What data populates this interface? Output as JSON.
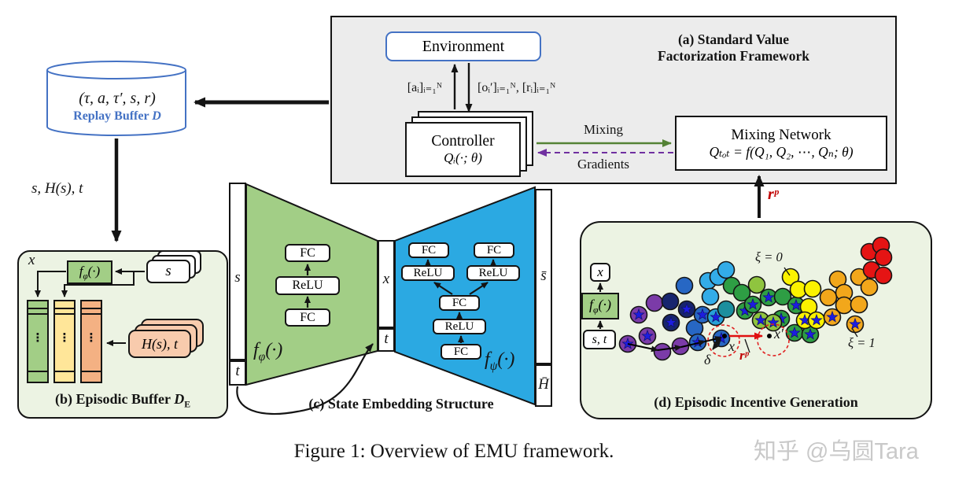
{
  "figure_caption": "Figure 1: Overview of EMU framework.",
  "watermark": "知乎 @乌圆Tara",
  "panel_a": {
    "title_line1": "(a) Standard Value",
    "title_line2": "Factorization Framework",
    "environment": "Environment",
    "actions_label": "[aᵢ]ᵢ₌₁ᴺ",
    "obs_reward_label": "[oᵢ′]ᵢ₌₁ᴺ, [rᵢ]ᵢ₌₁ᴺ",
    "controller_title": "Controller",
    "controller_q": "Qᵢ(·; θ)",
    "mixing_arrow_label": "Mixing",
    "gradients_arrow_label": "Gradients",
    "mixing_network_title": "Mixing Network",
    "mixing_network_eq": "Qₜₒₜ = f(Q₁, Q₂, ⋯, Qₙ; θ)"
  },
  "replay_buffer": {
    "tuple": "(τ, a, τ′, s, r)",
    "name_pre": "Replay Buffer ",
    "name_d": "D",
    "sample_label": "s, H(s), t"
  },
  "panel_b": {
    "caption_pre": "(b) Episodic Buffer ",
    "caption_d": "D",
    "caption_sub": "E",
    "x_label": "x",
    "s_card": "s",
    "h_card": "H(s), t",
    "ellipsis": "⋮"
  },
  "panel_c": {
    "caption": "(c) State Embedding Structure",
    "s_label": "s",
    "t_label": "t",
    "x_label": "x",
    "t2_label": "t",
    "sbar_label": "s̄",
    "hbar_label": "H̄",
    "enc_layers": [
      "FC",
      "ReLU",
      "FC"
    ],
    "dec_layers": [
      "FC",
      "FC",
      "ReLU",
      "ReLU",
      "FC",
      "ReLU",
      "FC"
    ]
  },
  "panel_d": {
    "caption": "(d) Episodic Incentive Generation",
    "x_label": "x",
    "st_label": "s, t",
    "x_point_label": "x",
    "xprime_point_label": "x′",
    "delta_label": "δ",
    "rp_label": "rᵖ",
    "xi0_label": "ξ = 0",
    "xi1_label": "ξ = 1",
    "palette": {
      "purple": "#7B3BA8",
      "navy": "#17256E",
      "blue": "#2767C4",
      "lightblue": "#33ACE8",
      "cyan": "#27A0D8",
      "teal": "#1C8F9E",
      "green": "#2E9E44",
      "yellowgreen": "#8FC43F",
      "yellow": "#FBF200",
      "orange": "#F2A71B",
      "red": "#E51414"
    },
    "star_color": "#1D1DE0",
    "dots": [
      [
        812,
        400,
        "purple",
        1
      ],
      [
        798,
        437,
        "purple",
        1
      ],
      [
        832,
        385,
        "purple",
        0
      ],
      [
        823,
        427,
        "purple",
        1
      ],
      [
        842,
        447,
        "purple",
        0
      ],
      [
        865,
        440,
        "purple",
        0
      ],
      [
        852,
        383,
        "navy",
        0
      ],
      [
        853,
        410,
        "navy",
        1
      ],
      [
        873,
        393,
        "navy",
        1
      ],
      [
        870,
        363,
        "blue",
        0
      ],
      [
        883,
        417,
        "blue",
        0
      ],
      [
        887,
        435,
        "blue",
        1
      ],
      [
        893,
        400,
        "blue",
        1
      ],
      [
        917,
        430,
        "blue",
        1
      ],
      [
        900,
        357,
        "lightblue",
        0
      ],
      [
        913,
        352,
        "lightblue",
        0
      ],
      [
        923,
        343,
        "lightblue",
        0
      ],
      [
        903,
        377,
        "lightblue",
        0
      ],
      [
        910,
        403,
        "cyan",
        1
      ],
      [
        923,
        393,
        "teal",
        0
      ],
      [
        930,
        363,
        "green",
        0
      ],
      [
        943,
        372,
        "green",
        0
      ],
      [
        947,
        395,
        "green",
        1
      ],
      [
        957,
        387,
        "green",
        1
      ],
      [
        977,
        378,
        "green",
        1
      ],
      [
        995,
        377,
        "green",
        0
      ],
      [
        1012,
        388,
        "green",
        1
      ],
      [
        993,
        405,
        "green",
        1
      ],
      [
        1010,
        423,
        "green",
        1
      ],
      [
        1030,
        425,
        "green",
        1
      ],
      [
        962,
        362,
        "yellowgreen",
        0
      ],
      [
        967,
        407,
        "yellowgreen",
        1
      ],
      [
        983,
        410,
        "yellowgreen",
        1
      ],
      [
        1005,
        352,
        "yellow",
        0
      ],
      [
        1015,
        368,
        "yellow",
        0
      ],
      [
        1033,
        367,
        "yellow",
        0
      ],
      [
        1028,
        390,
        "yellow",
        0
      ],
      [
        1023,
        407,
        "yellow",
        1
      ],
      [
        1038,
        407,
        "yellow",
        1
      ],
      [
        1065,
        355,
        "orange",
        0
      ],
      [
        1053,
        378,
        "orange",
        0
      ],
      [
        1073,
        372,
        "orange",
        0
      ],
      [
        1073,
        388,
        "orange",
        0
      ],
      [
        1092,
        352,
        "orange",
        0
      ],
      [
        1105,
        365,
        "orange",
        0
      ],
      [
        1092,
        387,
        "orange",
        0
      ],
      [
        1058,
        403,
        "orange",
        1
      ],
      [
        1087,
        412,
        "orange",
        1
      ],
      [
        1105,
        320,
        "red",
        0
      ],
      [
        1120,
        312,
        "red",
        0
      ],
      [
        1123,
        327,
        "red",
        0
      ],
      [
        1108,
        343,
        "red",
        0
      ],
      [
        1123,
        350,
        "red",
        0
      ]
    ]
  },
  "incentive": {
    "rp_label": "rᵖ"
  },
  "math": {
    "f_phi": {
      "base": "f",
      "sub": "φ",
      "args": "(·)"
    },
    "f_psi": {
      "base": "f",
      "sub": "ψ",
      "args": "(·)"
    }
  },
  "colors": {
    "panel_a_bg": "#ECECEC",
    "panel_green_bg": "#ECF3E3",
    "green_fill": "#A2CE86",
    "blue_fill": "#2BA9E2",
    "yellow_fill": "#FFE699",
    "orange_fill": "#F4B183",
    "card_orange": "#F8CBAD",
    "blue_accent": "#4472C4",
    "mixing_green": "#548235",
    "gradient_purple": "#7030A0",
    "incentive_red": "#C00000"
  }
}
